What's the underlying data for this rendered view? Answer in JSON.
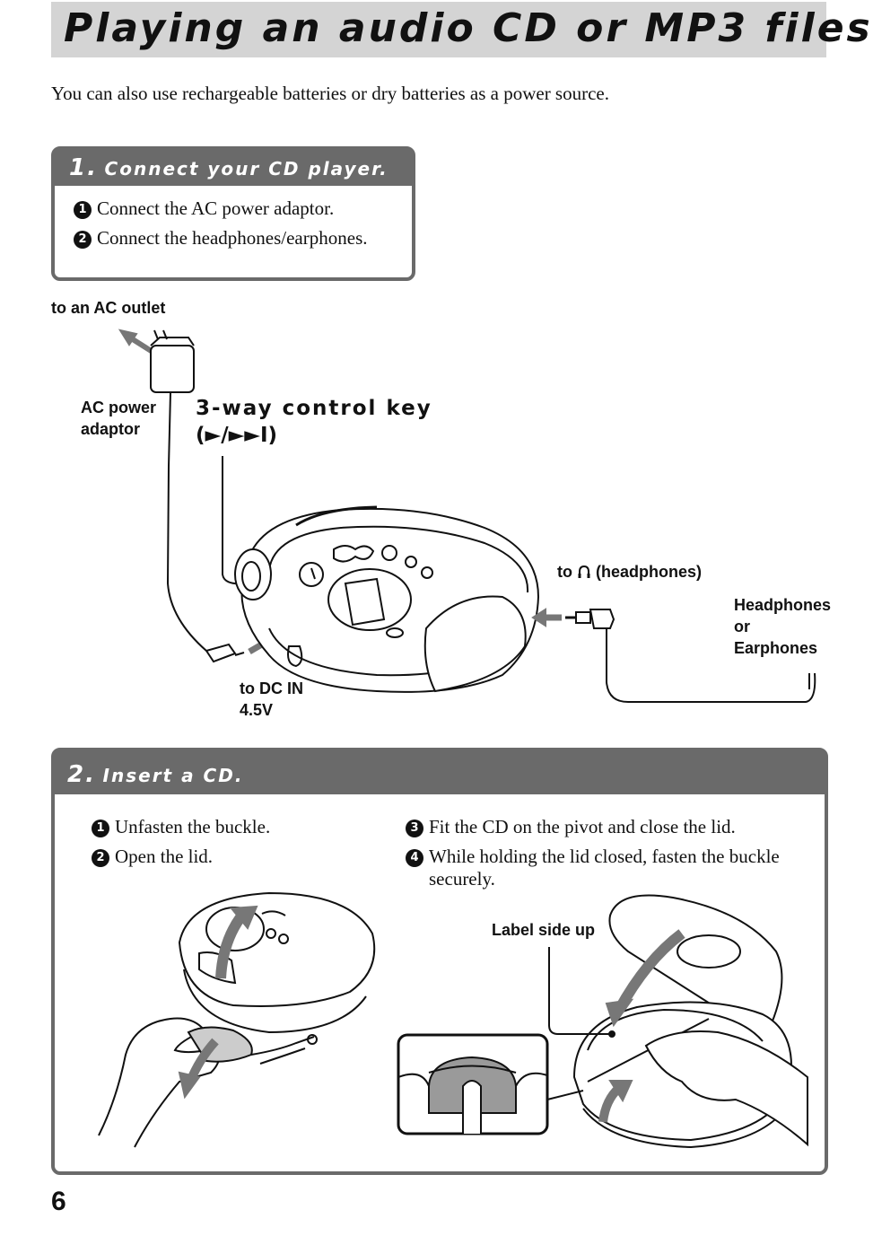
{
  "page": {
    "title": "Playing an audio CD or MP3 files",
    "intro": "You can also use rechargeable batteries or dry batteries as a power source.",
    "number": "6"
  },
  "step1": {
    "number": "1.",
    "heading": "Connect your CD player.",
    "items": [
      {
        "marker": "1",
        "text": "Connect the AC power adaptor."
      },
      {
        "marker": "2",
        "text": "Connect the headphones/earphones."
      }
    ]
  },
  "figure1": {
    "outlet_label": "to an AC outlet",
    "adaptor_label_line1": "AC power",
    "adaptor_label_line2": "adaptor",
    "control_key_label": "3-way control key",
    "control_key_symbols": "(►/►►I)",
    "headphone_jack_prefix": "to",
    "headphone_jack_suffix": "(headphones)",
    "headphones_line1": "Headphones",
    "headphones_line2": "or",
    "headphones_line3": "Earphones",
    "dcin_line1": "to DC IN",
    "dcin_line2": "4.5V"
  },
  "step2": {
    "number": "2.",
    "heading": "Insert a CD.",
    "items": [
      {
        "marker": "1",
        "text": "Unfasten the buckle."
      },
      {
        "marker": "2",
        "text": "Open the lid."
      },
      {
        "marker": "3",
        "text": "Fit the CD on the pivot and close the lid."
      },
      {
        "marker": "4",
        "text_line1": "While holding the lid closed, fasten the buckle",
        "text_line2": "securely."
      }
    ],
    "label_side_up": "Label side up"
  }
}
